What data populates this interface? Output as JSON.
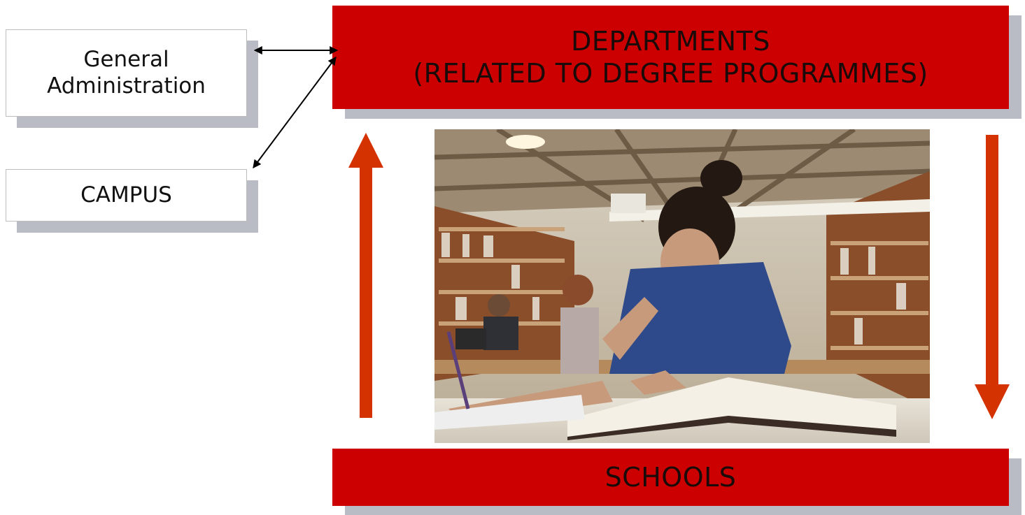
{
  "side_boxes": {
    "general_administration": {
      "line1": "General",
      "line2": "Administration"
    },
    "campus": "CAMPUS"
  },
  "departments": {
    "line1": "DEPARTMENTS",
    "line2": "(RELATED TO DEGREE PROGRAMMES)"
  },
  "schools": "SCHOOLS",
  "colors": {
    "bar_red": "#cc0000",
    "arrow_orange_red": "#d43200",
    "box_shadow_gray": "#b9bcc4"
  }
}
